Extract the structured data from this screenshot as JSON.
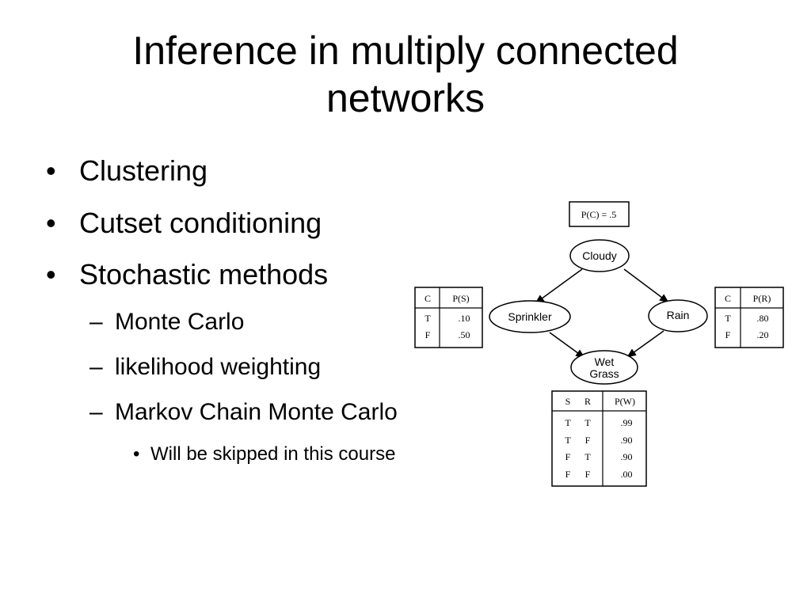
{
  "slide": {
    "title_lines": [
      "Inference in multiply connected",
      "networks"
    ],
    "bullets": [
      {
        "marker": "•",
        "text": "Clustering"
      },
      {
        "marker": "•",
        "text": "Cutset conditioning"
      },
      {
        "marker": "•",
        "text": "Stochastic methods"
      }
    ],
    "sub_bullets": [
      {
        "marker": "–",
        "text": "Monte Carlo"
      },
      {
        "marker": "–",
        "text": "likelihood weighting"
      },
      {
        "marker": "–",
        "text": "Markov Chain Monte Carlo"
      }
    ],
    "sub_sub_bullets": [
      {
        "marker": "•",
        "text": "Will be skipped in this course"
      }
    ]
  },
  "network": {
    "nodes": {
      "cloudy": "Cloudy",
      "sprinkler": "Sprinkler",
      "rain": "Rain",
      "wet_grass_line1": "Wet",
      "wet_grass_line2": "Grass"
    },
    "cloudy_table": {
      "label": "P(C) = .5"
    },
    "sprinkler_table": {
      "headers": [
        "C",
        "P(S)"
      ],
      "rows": [
        [
          "T",
          ".10"
        ],
        [
          "F",
          ".50"
        ]
      ]
    },
    "rain_table": {
      "headers": [
        "C",
        "P(R)"
      ],
      "rows": [
        [
          "T",
          ".80"
        ],
        [
          "F",
          ".20"
        ]
      ]
    },
    "wetgrass_table": {
      "headers": [
        "S",
        "R",
        "P(W)"
      ],
      "rows": [
        [
          "T",
          "T",
          ".99"
        ],
        [
          "T",
          "F",
          ".90"
        ],
        [
          "F",
          "T",
          ".90"
        ],
        [
          "F",
          "F",
          ".00"
        ]
      ]
    }
  }
}
